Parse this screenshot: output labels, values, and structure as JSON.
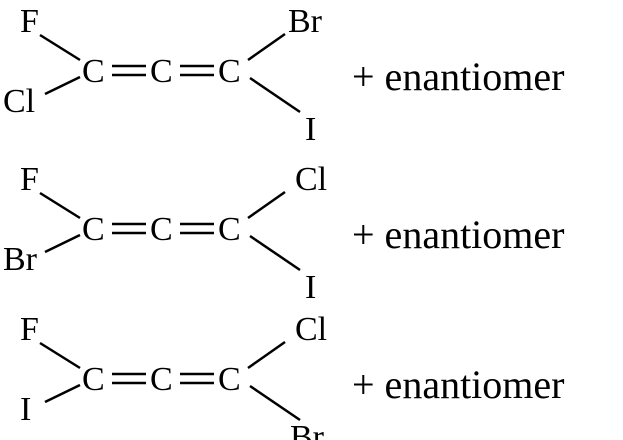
{
  "title": "Allene stereoisomers",
  "rows": [
    {
      "top_left": "F",
      "bottom_left": "Cl",
      "c1": "C",
      "c2": "C",
      "c3": "C",
      "top_right": "Br",
      "bottom_right": "I",
      "suffix": "+ enantiomer"
    },
    {
      "top_left": "F",
      "bottom_left": "Br",
      "c1": "C",
      "c2": "C",
      "c3": "C",
      "top_right": "Cl",
      "bottom_right": "I",
      "suffix": "+ enantiomer"
    },
    {
      "top_left": "F",
      "bottom_left": "I",
      "c1": "C",
      "c2": "C",
      "c3": "C",
      "top_right": "Cl",
      "bottom_right": "Br",
      "suffix": "+ enantiomer"
    }
  ]
}
